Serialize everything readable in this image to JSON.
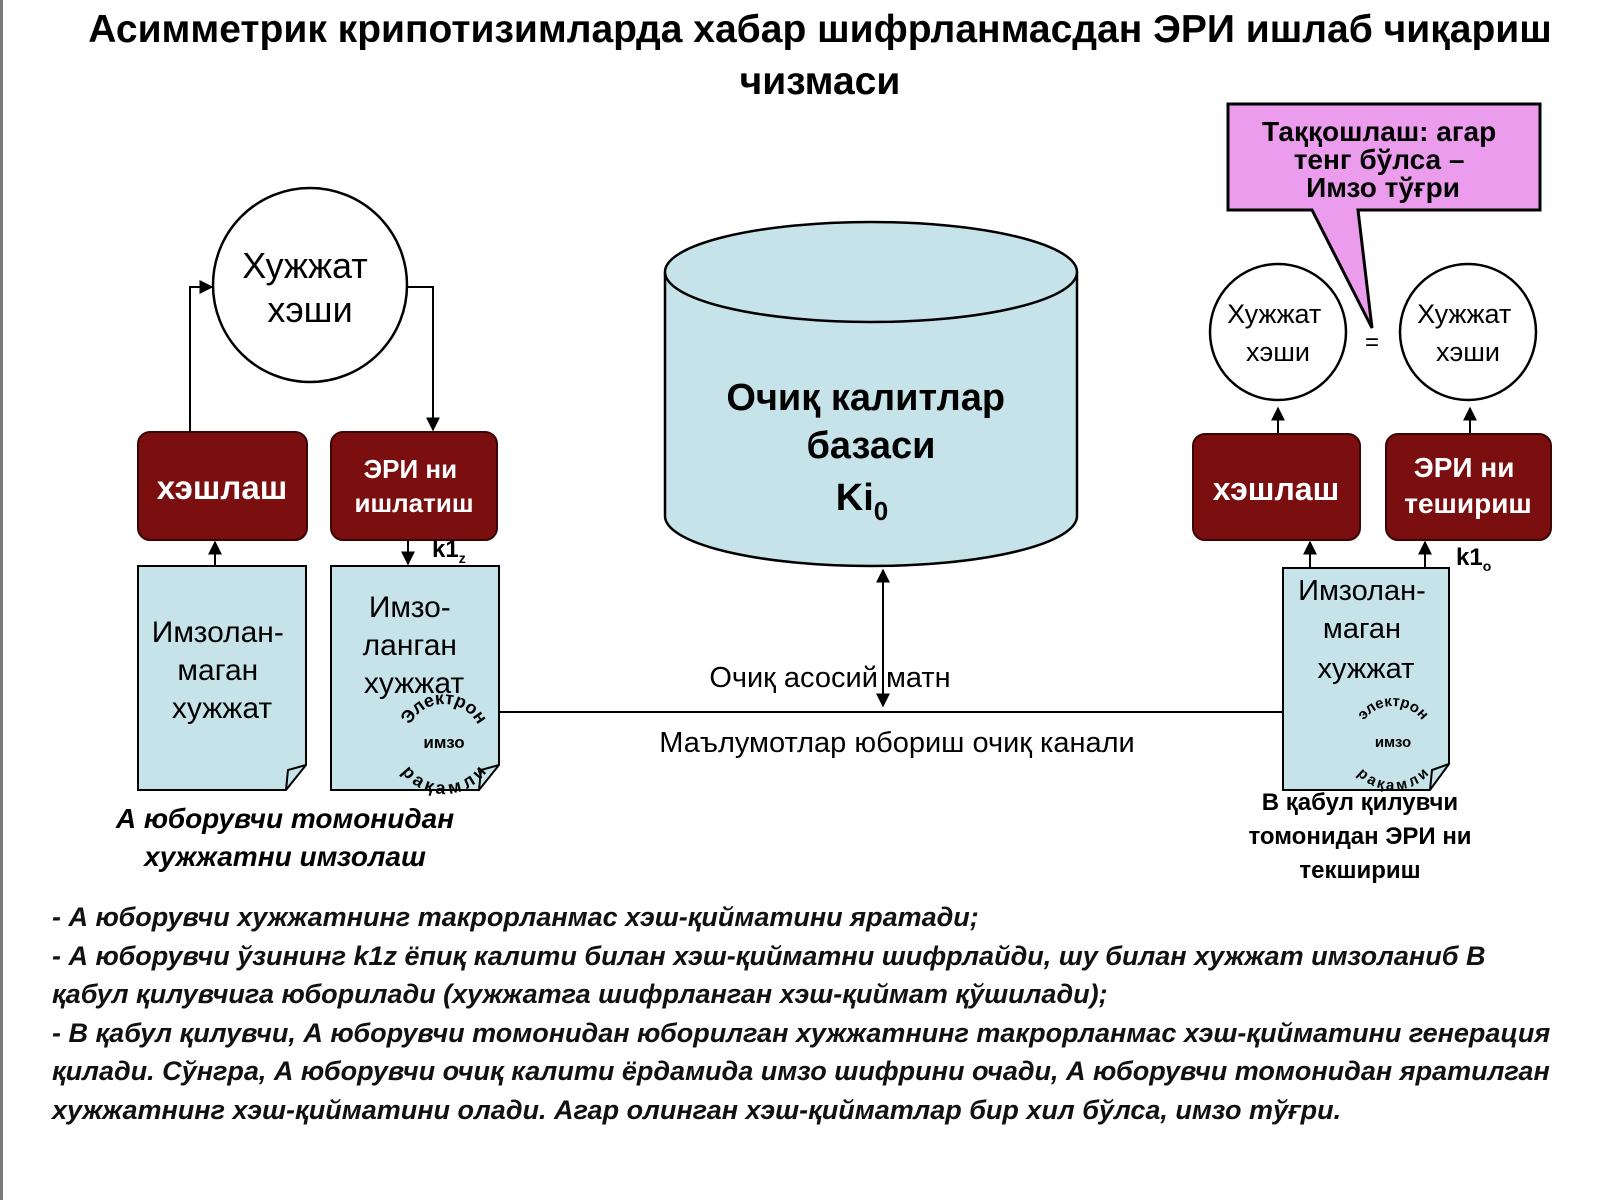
{
  "title": "Асимметрик крипотизимларда хабар шифрланмасдан ЭРИ ишлаб чиқариш чизмаси",
  "sender": {
    "hash_circle": [
      "Хужжат",
      "хэши"
    ],
    "hash_box": [
      "хэшлаш"
    ],
    "sign_box": [
      "ЭРИ ни",
      "ишлатиш"
    ],
    "key_label": "k1",
    "key_sub": "z",
    "unsigned_doc": [
      "Имзолан-",
      "маган",
      "хужжат"
    ],
    "signed_doc": [
      "Имзо-",
      "ланган",
      "хужжат"
    ],
    "stamp": [
      "Электрон",
      "имзо",
      "рақамли"
    ],
    "caption": [
      "А юборувчи томонидан",
      "хужжатни имзолаш"
    ]
  },
  "database": [
    "Очиқ калитлар",
    "базаси"
  ],
  "database_key": "Ki",
  "database_key_sub": "0",
  "channel": {
    "above": "Очиқ асосий матн",
    "below": "Маълумотлар юбориш очиқ канали"
  },
  "receiver": {
    "compare_callout": [
      "Таққошлаш: агар",
      "тенг бўлса –",
      "Имзо тўғри"
    ],
    "hash_circle_left": [
      "Хужжат",
      "хэши"
    ],
    "equals": "=",
    "hash_circle_right": [
      "Хужжат",
      "хэши"
    ],
    "hash_box": [
      "хэшлаш"
    ],
    "decrypt_box": [
      "ЭРИ ни",
      "тешириш"
    ],
    "key_label": "k1",
    "key_sub": "o",
    "doc": [
      "Имзолан-",
      "маган",
      "хужжат"
    ],
    "stamp": [
      "электрон",
      "имзо",
      "рақамли"
    ],
    "caption": [
      "В қабул қилувчи",
      "томонидан ЭРИ ни",
      "текшириш"
    ]
  },
  "notes": [
    "- А юборувчи хужжатнинг такрорланмас хэш-қийматини яратади;",
    "- А юборувчи ўзининг k1z ёпиқ калити билан хэш-қийматни шифрлайди, шу билан хужжат имзоланиб В қабул қилувчига юборилади (хужжатга шифрланган хэш-қиймат қўшилади);",
    "- В қабул қилувчи, А юборувчи томонидан юборилган хужжатнинг такрорланмас хэш-қийматини генерация қилади. Сўнгра, А юборувчи очиқ калити ёрдамида имзо шифрини очади, А юборувчи томонидан яратилган хужжатнинг хэш-қийматини олади. Агар олинган хэш-қийматлар бир хил бўлса, имзо тўғри."
  ],
  "colors": {
    "box_fill": "#7b0f0f",
    "doc_fill": "#c7e3ea",
    "callout_fill": "#ec9cec",
    "line": "#000000"
  }
}
